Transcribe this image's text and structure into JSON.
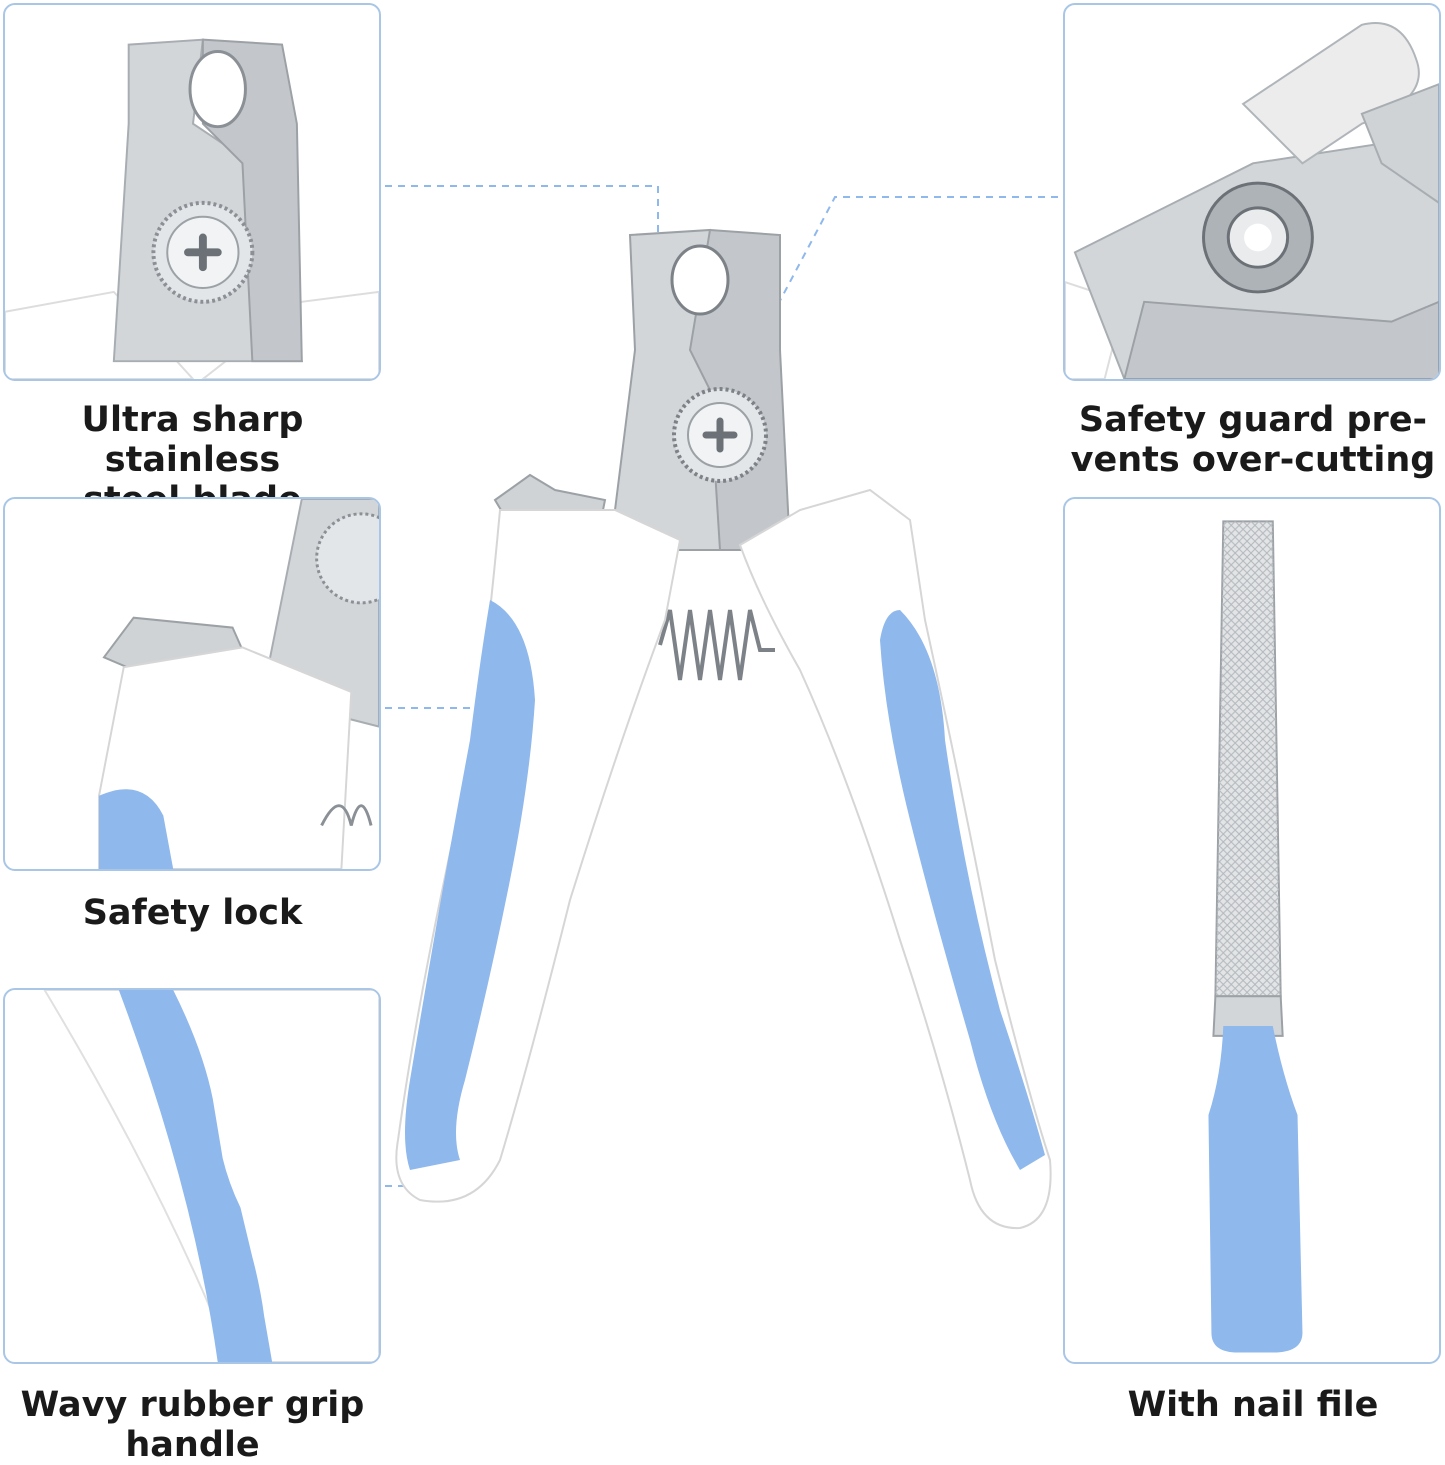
{
  "captions": {
    "blade": "Ultra sharp stainless\nsteel blade",
    "guard": "Safety guard pre-\nvents over-cutting",
    "lock": "Safety lock",
    "file": "With nail file",
    "grip": "Wavy rubber grip\nhandle"
  },
  "colors": {
    "accent_blue": "#8fb8ec",
    "panel_border": "#a9c6e6",
    "steel": "#d7dadd",
    "handle_white": "#ffffff",
    "caption_text": "#1a1a1a"
  }
}
